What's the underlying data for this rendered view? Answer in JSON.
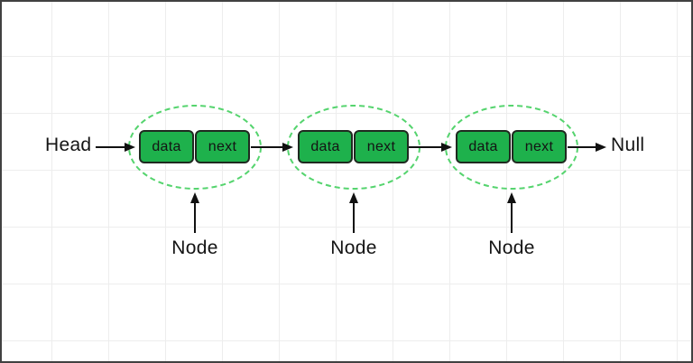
{
  "diagram": {
    "labels": {
      "head": "Head",
      "null": "Null"
    },
    "nodes": [
      {
        "caption": "Node",
        "fields": {
          "data": "data",
          "next": "next"
        }
      },
      {
        "caption": "Node",
        "fields": {
          "data": "data",
          "next": "next"
        }
      },
      {
        "caption": "Node",
        "fields": {
          "data": "data",
          "next": "next"
        }
      }
    ],
    "icons": {
      "arrow_right": "arrow-right-icon",
      "arrow_up": "arrow-up-icon"
    },
    "colors": {
      "box_fill": "#1eb14c",
      "box_border": "#1f2a20",
      "ellipse_stroke": "#55d46e",
      "arrow": "#111111",
      "text": "#141414",
      "canvas_border": "#414141",
      "grid_line": "#ededed",
      "background": "#ffffff"
    }
  }
}
